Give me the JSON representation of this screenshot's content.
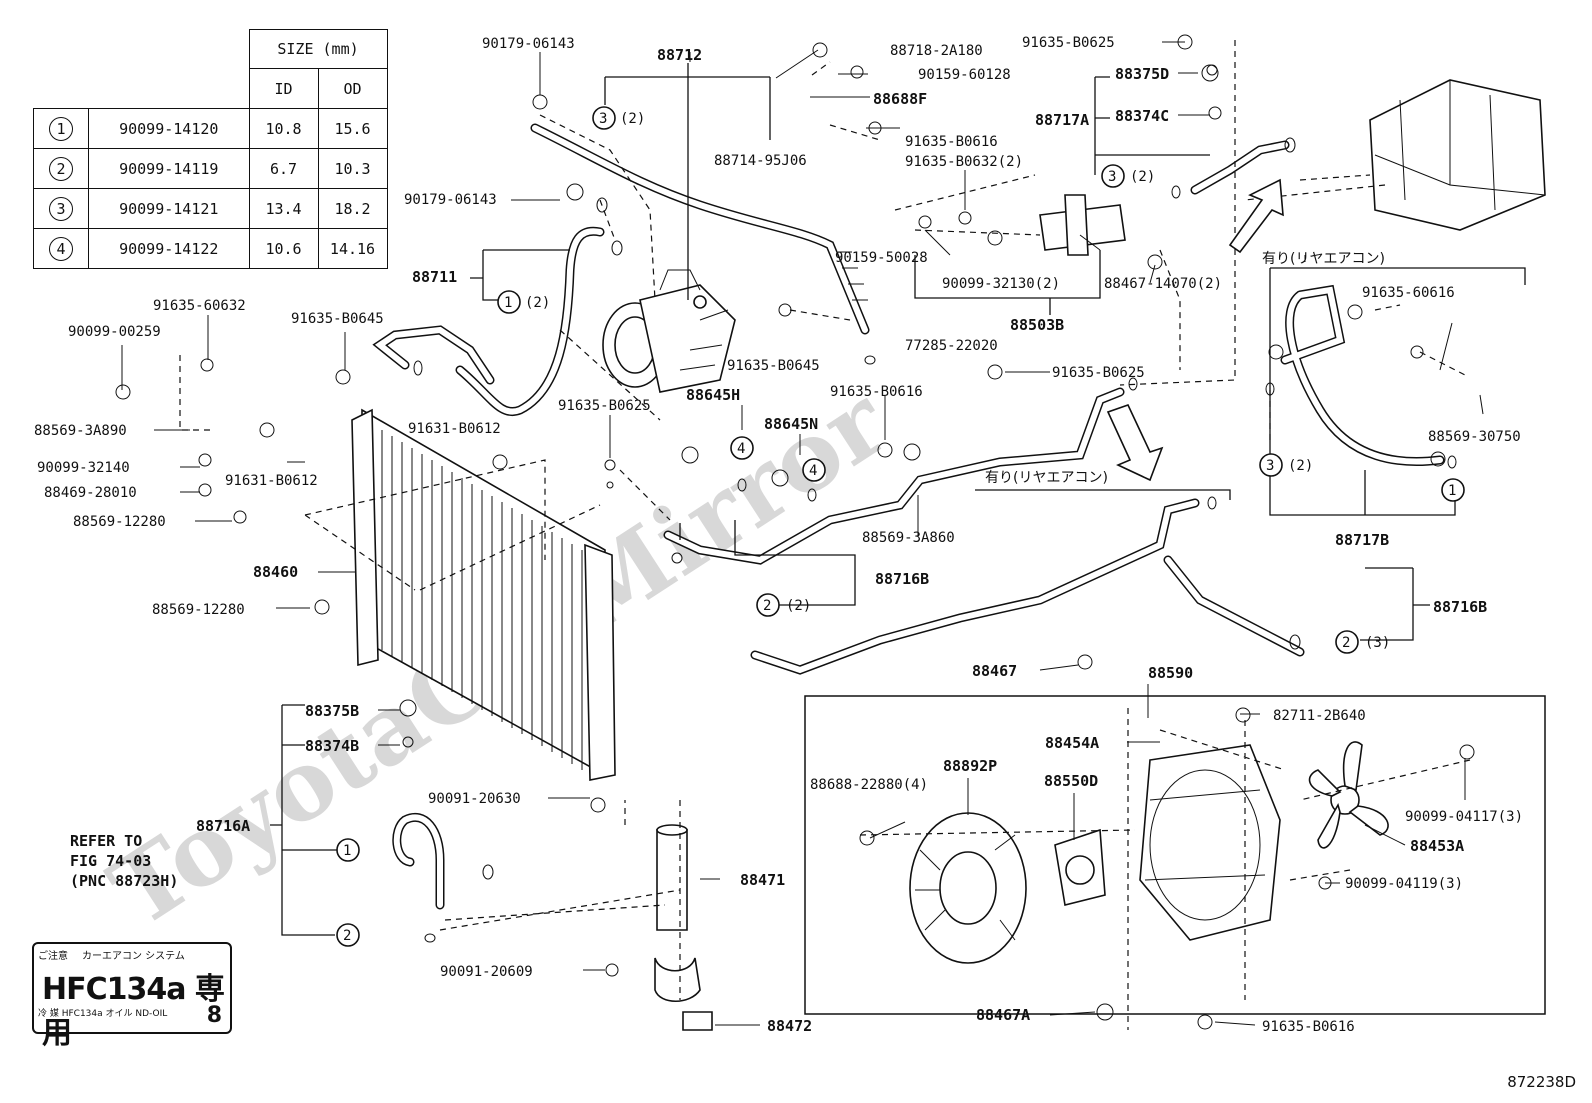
{
  "size_table": {
    "header": "SIZE (mm)",
    "col_id": "ID",
    "col_od": "OD",
    "rows": [
      {
        "no": "1",
        "part": "90099-14120",
        "id": "10.8",
        "od": "15.6"
      },
      {
        "no": "2",
        "part": "90099-14119",
        "id": "6.7",
        "od": "10.3"
      },
      {
        "no": "3",
        "part": "90099-14121",
        "id": "13.4",
        "od": "18.2"
      },
      {
        "no": "4",
        "part": "90099-14122",
        "id": "10.6",
        "od": "14.16"
      }
    ]
  },
  "labels": {
    "p90179a": "90179-06143",
    "p90179b": "90179-06143",
    "p88712": "88712",
    "p88718": "88718-2A180",
    "p90159a": "90159-60128",
    "p88688f": "88688F",
    "p91635b0616a": "91635-B0616",
    "p88714": "88714-95J06",
    "p91635b0625a": "91635-B0625",
    "p88375d": "88375D",
    "p88717a": "88717A",
    "p88374c": "88374C",
    "p91635b0632": "91635-B0632(2)",
    "p90159b": "90159-50028",
    "p90099_32130": "90099-32130(2)",
    "p88467_14070": "88467-14070(2)",
    "p88503b": "88503B",
    "p88711": "88711",
    "p91635_60632": "91635-60632",
    "p90099_00259": "90099-00259",
    "p91635b0645a": "91635-B0645",
    "p88569_3a890": "88569-3A890",
    "p90099_32140": "90099-32140",
    "p88469": "88469-28010",
    "p88569_12280a": "88569-12280",
    "p91631a": "91631-B0612",
    "p91631b": "91631-B0612",
    "p88460": "88460",
    "p88569_12280b": "88569-12280",
    "p91635b0645b": "91635-B0645",
    "p77285": "77285-22020",
    "p91635b0625b": "91635-B0625",
    "p91635b0616b": "91635-B0616",
    "p91635b0625c": "91635-B0625",
    "p88645h": "88645H",
    "p88645n": "88645N",
    "p88569_3a860": "88569-3A860",
    "p88716b1": "88716B",
    "p88716b2": "88716B",
    "rear_ac1": "有り(リヤエアコン)",
    "rear_ac2": "有り(リヤエアコン)",
    "p91635_60616": "91635-60616",
    "p88569_30750": "88569-30750",
    "p88717b": "88717B",
    "p88467": "88467",
    "p88590": "88590",
    "p82711": "82711-2B640",
    "p88454a": "88454A",
    "p88892p": "88892P",
    "p88550d": "88550D",
    "p88688": "88688-22880(4)",
    "p90099_04117": "90099-04117(3)",
    "p88453a": "88453A",
    "p90099_04119": "90099-04119(3)",
    "p88467a": "88467A",
    "p91635b0616c": "91635-B0616",
    "p88375b": "88375B",
    "p88374b": "88374B",
    "p88716a": "88716A",
    "p90091_20630": "90091-20630",
    "p88471": "88471",
    "p90091_20609": "90091-20609",
    "p88472": "88472",
    "q2": "(2)",
    "q3": "(3)"
  },
  "refer_note": "REFER TO\nFIG 74-03\n(PNC 88723H)",
  "hfc_label": {
    "top1": "ご注意",
    "top2": "カーエアコン システム",
    "big": "HFC134a 専 用",
    "bot": "冷 媒  HFC134a   オイル ND-OIL",
    "num": "8"
  },
  "figure_code": "872238D",
  "watermark": "ToyotaCarMirror"
}
